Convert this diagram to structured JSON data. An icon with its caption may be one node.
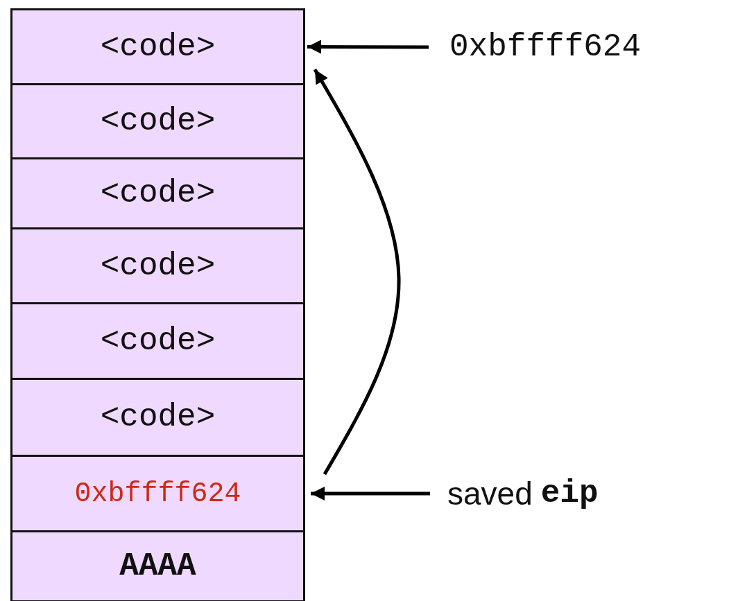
{
  "diagram": {
    "nodes": [
      {
        "text": [
          "<code>"
        ]
      },
      {
        "text": [
          "<code>"
        ]
      },
      {
        "text": [
          "<code>"
        ]
      },
      {
        "text": [
          "<code>"
        ]
      },
      {
        "text": [
          "<code>"
        ]
      },
      {
        "text": [
          "<code>"
        ]
      },
      {
        "text": [
          "0xbffff624"
        ]
      },
      {
        "text": [
          "AAAA"
        ]
      },
      {
        "text": [
          "0xbffff624"
        ]
      },
      {
        "text": [
          "saved",
          "eip"
        ]
      }
    ],
    "edges": [
      {
        "from": 8,
        "to": 0,
        "arrow": "to"
      },
      {
        "from": 9,
        "to": 6,
        "arrow": "to"
      },
      {
        "from": 6,
        "to": 0,
        "arrow": "to"
      }
    ]
  }
}
